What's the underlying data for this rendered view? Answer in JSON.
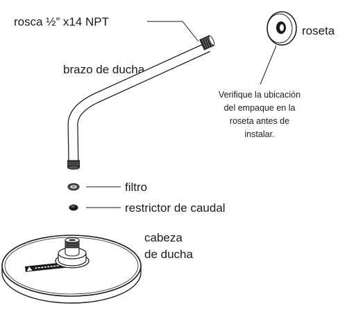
{
  "labels": {
    "thread": "rosca ½” x14 NPT",
    "arm": "brazo de ducha",
    "flange": "roseta",
    "filter": "filtro",
    "restrictor": "restrictor de caudal",
    "head_line1": "cabeza",
    "head_line2": "de ducha"
  },
  "note": {
    "line1": "Verifique la ubicación",
    "line2": "del empaque en la",
    "line3": "roseta antes de",
    "line4": "instalar."
  },
  "colors": {
    "ink": "#1a1a1a",
    "part_fill": "#ffffff"
  }
}
